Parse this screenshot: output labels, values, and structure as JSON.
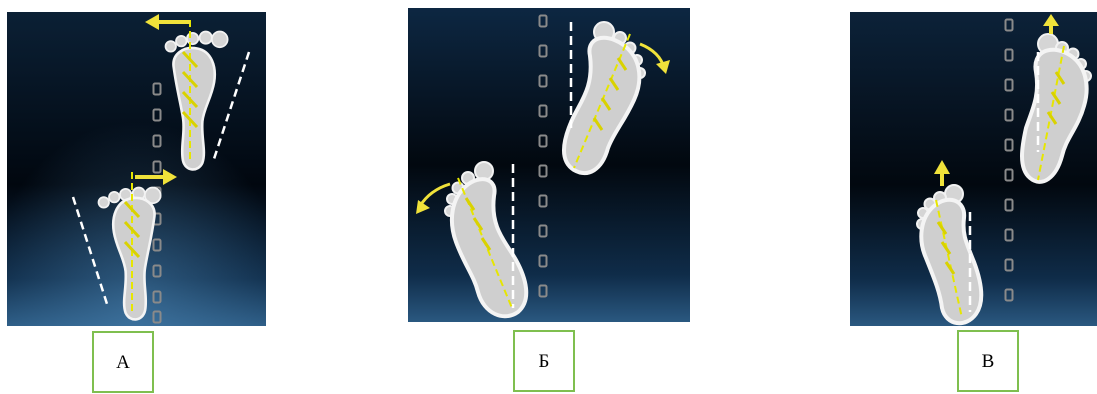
{
  "panels": [
    {
      "id": "panel-a",
      "label": "А"
    },
    {
      "id": "panel-b",
      "label": "Б"
    },
    {
      "id": "panel-c",
      "label": "В"
    }
  ],
  "colors": {
    "background_top": "#0a1a30",
    "background_mid": "#020912",
    "background_glow": "#2b5d86",
    "foot_fill": "#cfcfcf",
    "foot_outline": "#f4f4f4",
    "guide_line": "#ffffff",
    "axis_line": "#e6e600",
    "arrow": "#f0e23a",
    "label_border": "#7fbf4f"
  }
}
